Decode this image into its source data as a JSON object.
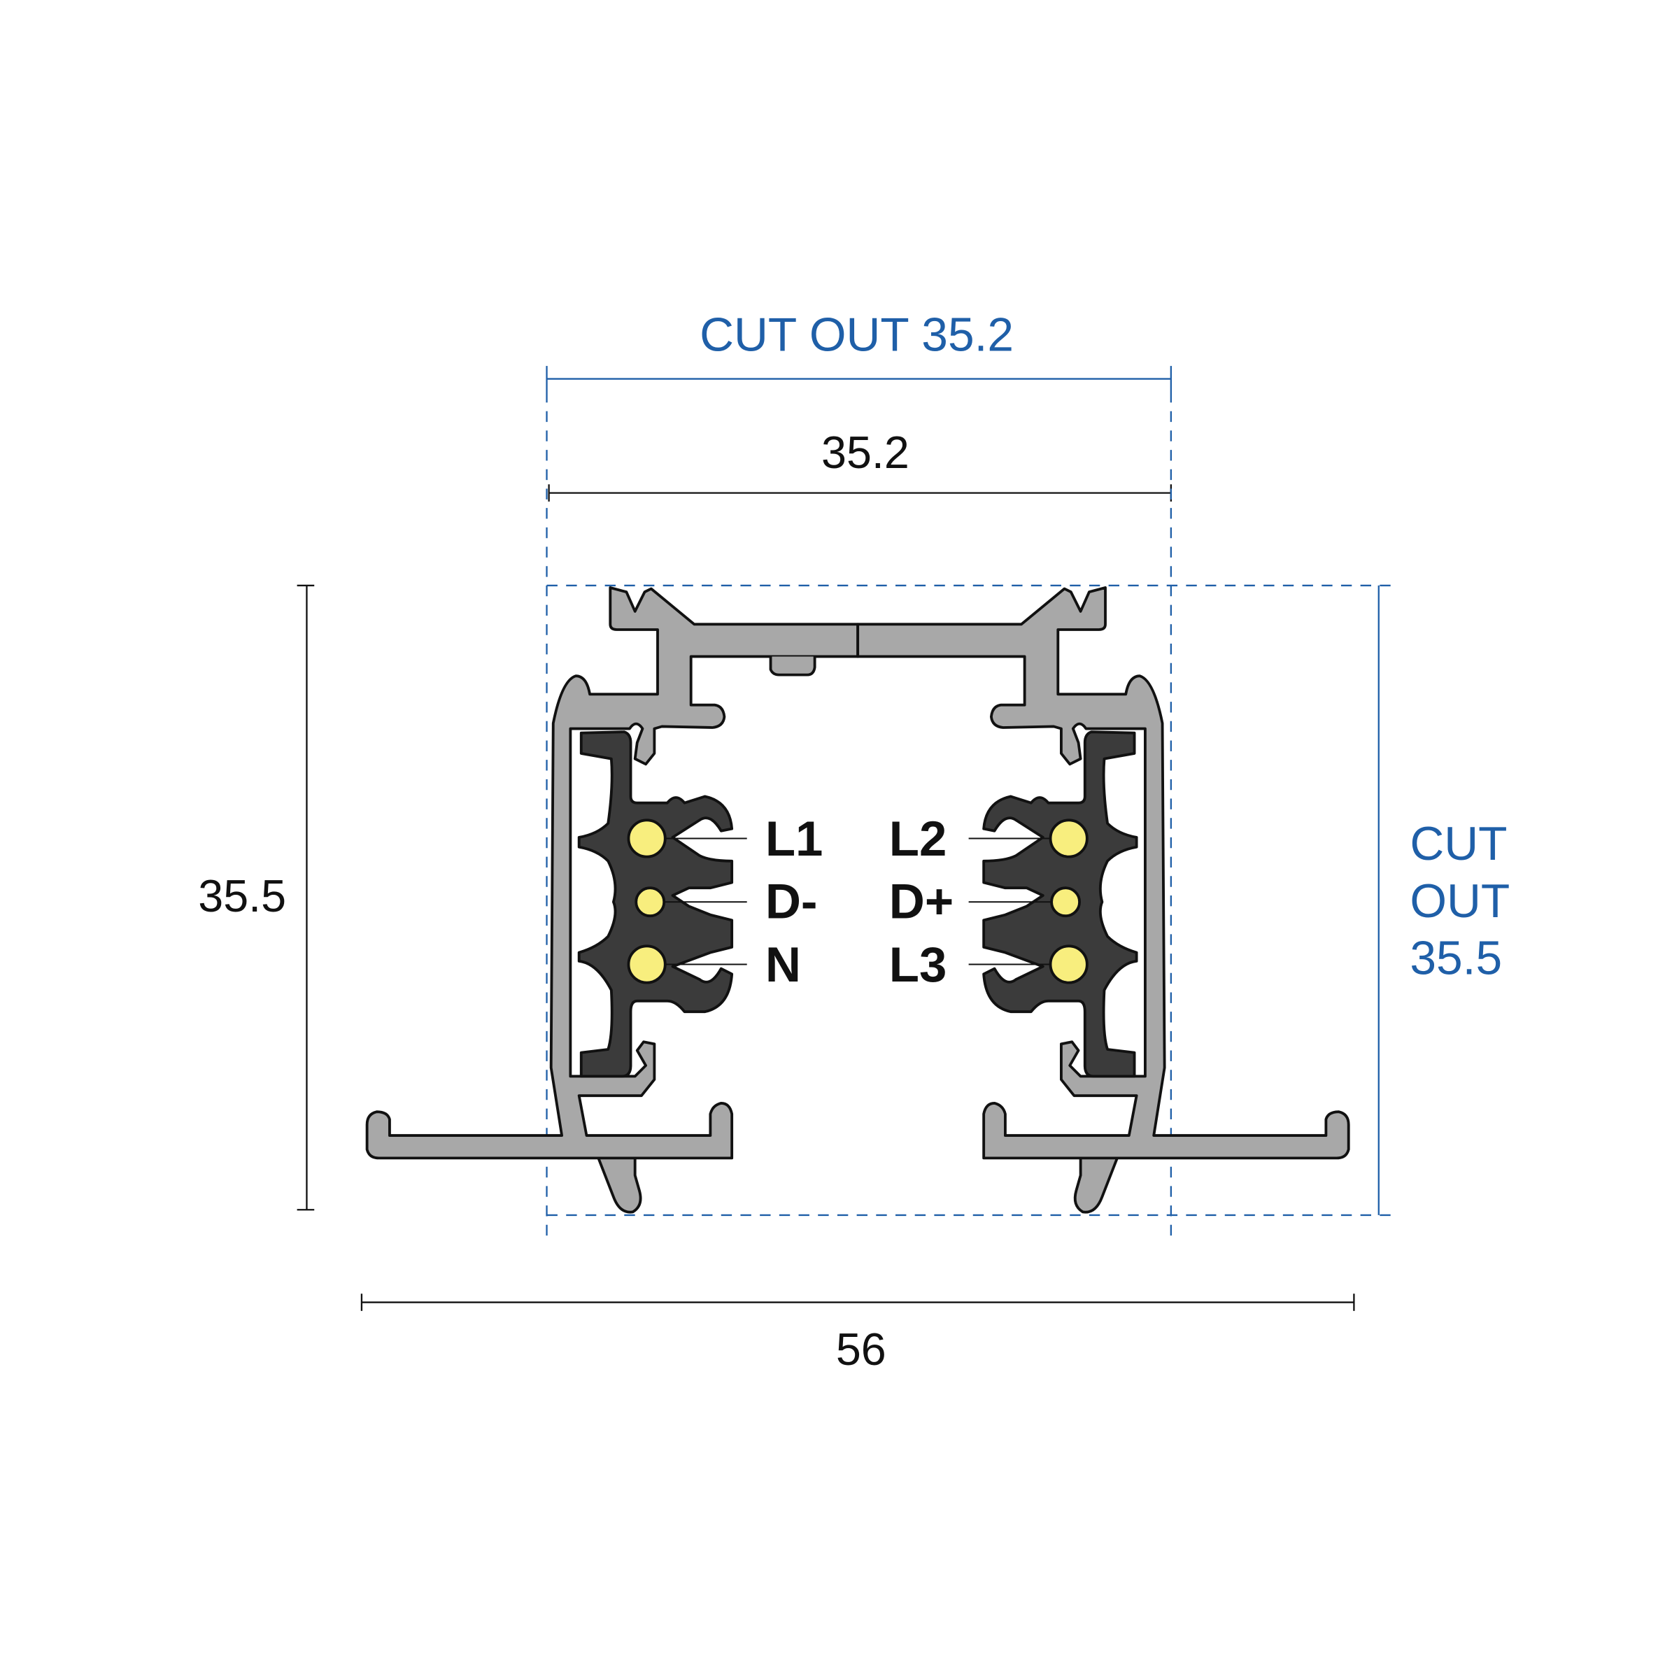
{
  "dimensions": {
    "cutout_width_label": "CUT OUT 35.2",
    "width_label": "35.2",
    "height_label": "35.5",
    "total_width_label": "56",
    "cutout_height_label_lines": [
      "CUT",
      "OUT",
      "35.5"
    ]
  },
  "conductors": {
    "left": [
      "L1",
      "D-",
      "N"
    ],
    "right": [
      "L2",
      "D+",
      "L3"
    ]
  },
  "colors": {
    "cutout": "#1f5fa8",
    "profile": "#a8a8a8",
    "connector": "#3b3b3b",
    "conductor": "#f8ee7e"
  }
}
